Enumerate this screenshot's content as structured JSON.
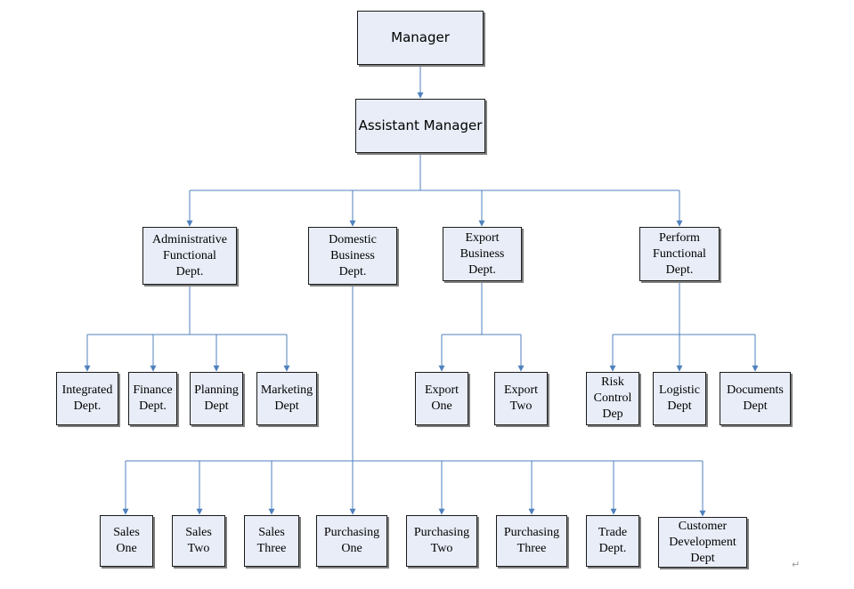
{
  "colors": {
    "box_fill": "#e8edf7",
    "box_border": "#1a1a1a",
    "connector": "#4f81bd"
  },
  "nodes": {
    "manager": "Manager",
    "assistant": "Assistant Manager",
    "admin": "Administrative\nFunctional\nDept.",
    "domestic": "Domestic\nBusiness\nDept.",
    "export": "Export\nBusiness\nDept.",
    "perform": "Perform\nFunctional\nDept.",
    "integrated": "Integrated\nDept.",
    "finance": "Finance\nDept.",
    "planning": "Planning\nDept",
    "marketing": "Marketing\nDept",
    "export_one": "Export\nOne",
    "export_two": "Export\nTwo",
    "risk": "Risk\nControl\nDep",
    "logistic": "Logistic\nDept",
    "documents": "Documents\nDept",
    "sales_one": "Sales\nOne",
    "sales_two": "Sales\nTwo",
    "sales_three": "Sales\nThree",
    "purchasing_one": "Purchasing\nOne",
    "purchasing_two": "Purchasing\nTwo",
    "purchasing_three": "Purchasing\nThree",
    "trade": "Trade\nDept.",
    "customer": "Customer\nDevelopment\nDept"
  },
  "paragraph_mark": "↵"
}
